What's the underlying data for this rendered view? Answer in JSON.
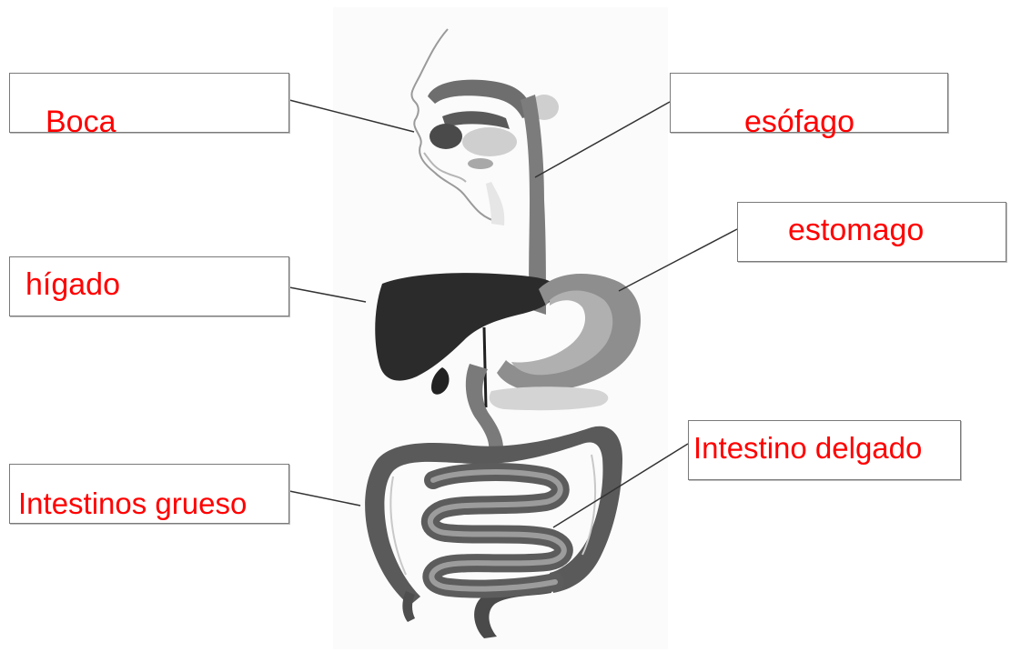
{
  "diagram": {
    "label_color": "#ff0000",
    "labels": {
      "mouth": "Boca",
      "esophagus": "esófago",
      "stomach": "estomago",
      "liver": "hígado",
      "large_intestine": "Intestinos grueso",
      "small_intestine": "Intestino delgado"
    }
  }
}
